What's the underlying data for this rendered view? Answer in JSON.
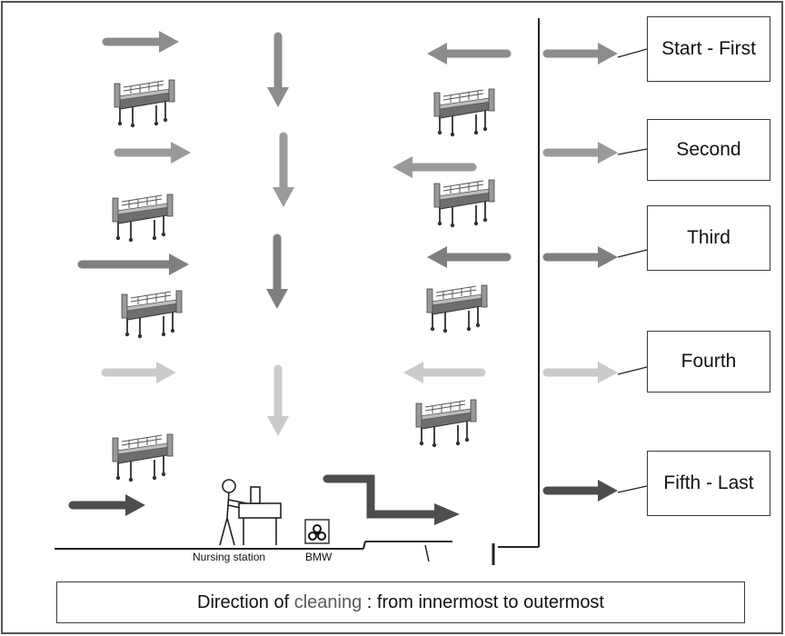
{
  "steps": [
    {
      "label": "Start - First",
      "color": "#8c8c8c"
    },
    {
      "label": "Second",
      "color": "#9a9a9a"
    },
    {
      "label": "Third",
      "color": "#7f7f7f"
    },
    {
      "label": "Fourth",
      "color": "#cbcbcb"
    },
    {
      "label": "Fifth - Last",
      "color": "#4d4d4d"
    }
  ],
  "legend": {
    "prefix": "Direction of ",
    "highlight": "cleaning",
    "suffix": " : from innermost to outermost"
  },
  "station": {
    "nursing_label": "Nursing station",
    "bmw_label": "BMW"
  },
  "colors": {
    "border": "#3a3a3a",
    "bed_frame": "#8a8a8a",
    "bed_mattress": "#6e6e6e"
  }
}
